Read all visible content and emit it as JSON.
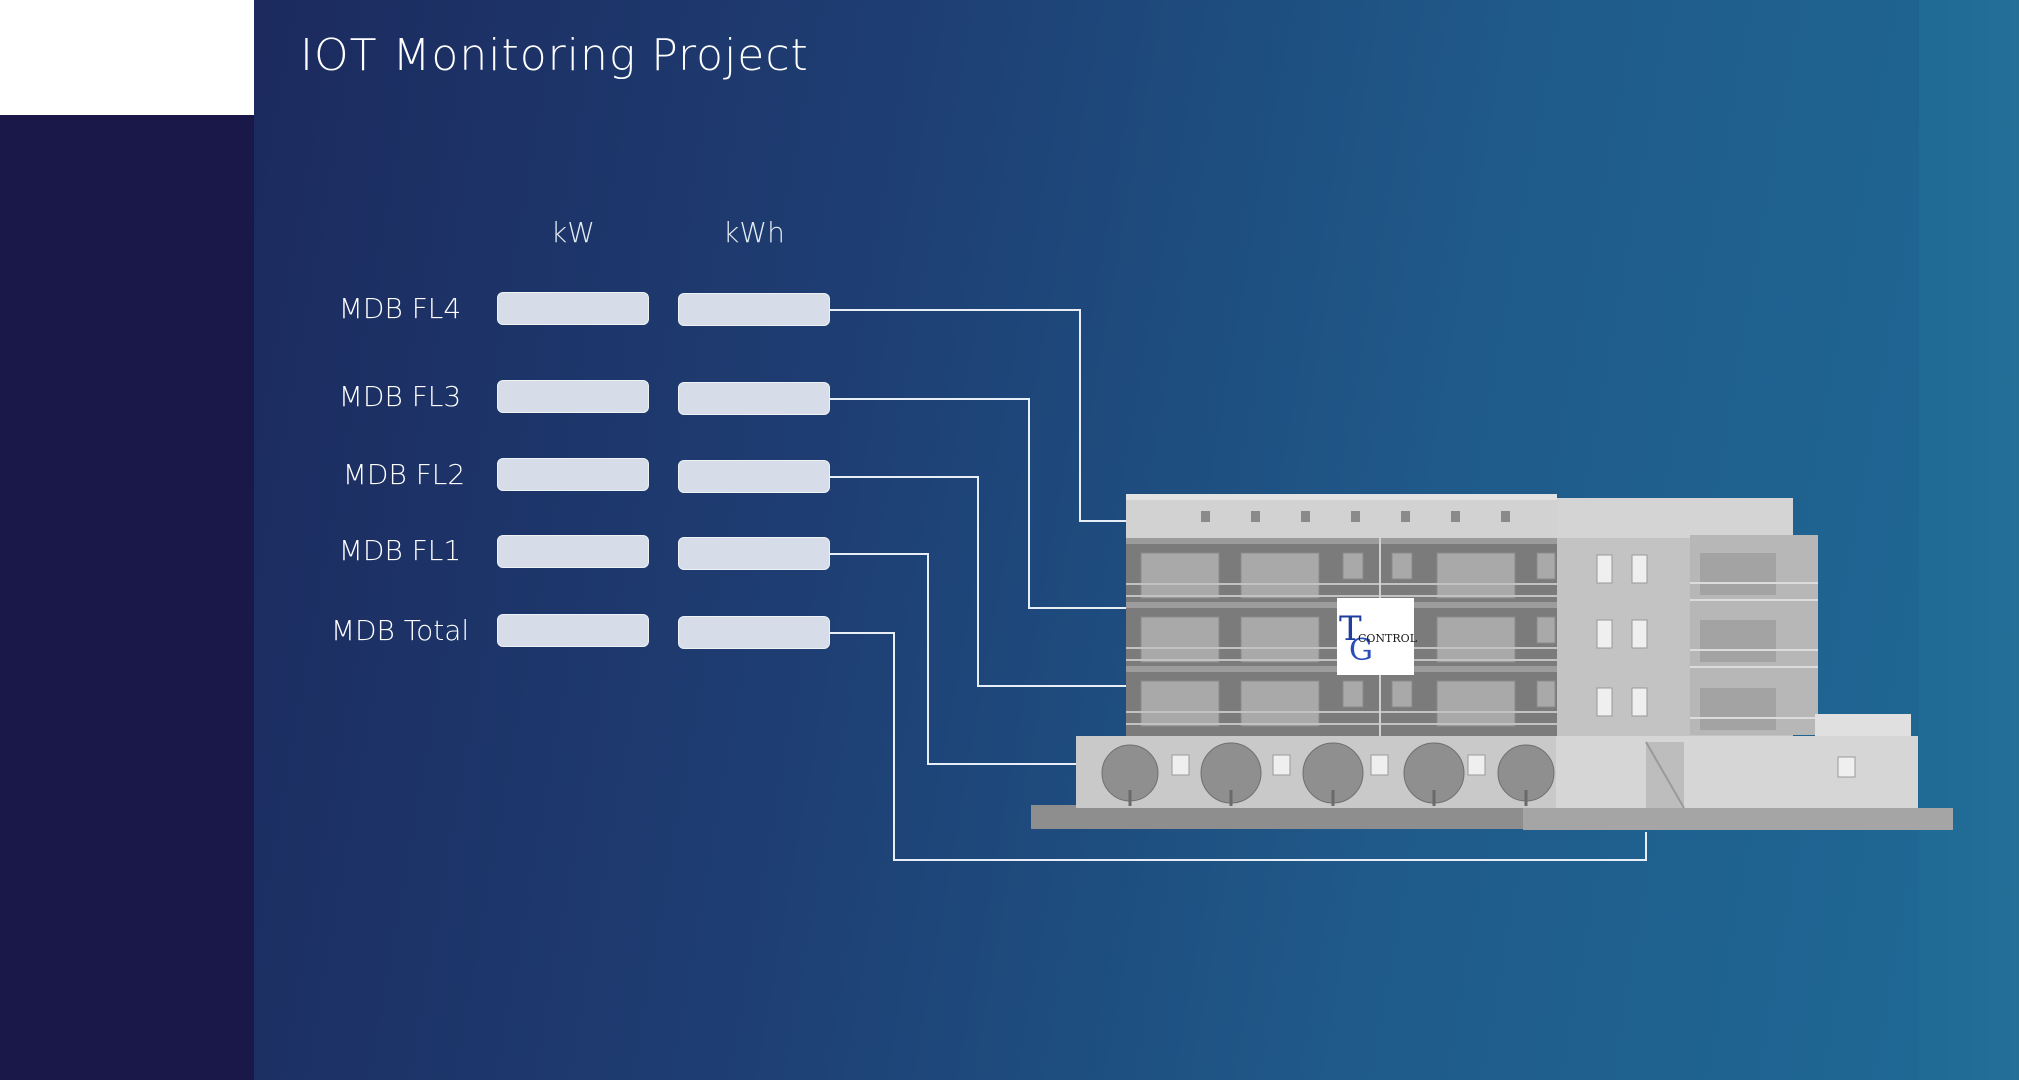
{
  "header": {
    "title": "IOT Monitoring Project"
  },
  "columns": {
    "kw": "kW",
    "kwh": "kWh"
  },
  "meters": [
    {
      "label": "MDB FL4",
      "kw": "",
      "kwh": ""
    },
    {
      "label": "MDB FL3",
      "kw": "",
      "kwh": ""
    },
    {
      "label": "MDB FL2",
      "kw": "",
      "kwh": ""
    },
    {
      "label": "MDB FL1",
      "kw": "",
      "kwh": ""
    },
    {
      "label": "MDB Total",
      "kw": "",
      "kwh": ""
    }
  ],
  "building": {
    "logo_text": "CONTROL"
  },
  "colors": {
    "sidebar": "#1a1848",
    "line": "#ffffff",
    "field": "#d7dde8"
  }
}
